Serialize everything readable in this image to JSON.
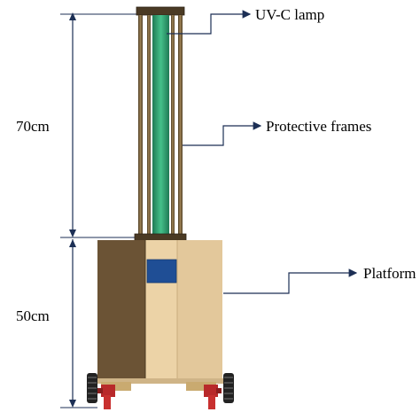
{
  "labels": {
    "uv_lamp": "UV-C lamp",
    "protective_frames": "Protective frames",
    "platform": "Platform"
  },
  "dimensions": {
    "upper": "70cm",
    "lower": "50cm"
  },
  "colors": {
    "lamp_tube": "#2f9e6e",
    "frame_rod": "#6e5a3a",
    "cap": "#4a3a24",
    "box_dark": "#6b5335",
    "box_light": "#ecd3a7",
    "box_mid": "#dcc094",
    "panel": "#1f4e95",
    "callout_line": "#1c2f55",
    "wheel": "#222222",
    "caster": "#b8292a"
  }
}
